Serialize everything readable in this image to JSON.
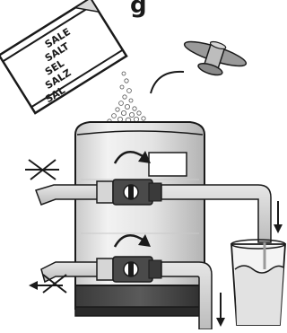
{
  "caption": {
    "top_letter": "g"
  },
  "salt_bag": {
    "lines": [
      "SALE",
      "SALT",
      "SEL",
      "SALZ",
      "SAL"
    ]
  },
  "icons": {
    "cross_icon": "cross-icon",
    "rotate_arrow": "curved-arrow-icon",
    "flow_arrow": "arrow-down-icon"
  },
  "colors": {
    "ink": "#1a1a1a",
    "grey": "#9a9a9a",
    "light_grey": "#d6d6d6",
    "water": "#e8e8e8",
    "paper": "#ffffff"
  }
}
